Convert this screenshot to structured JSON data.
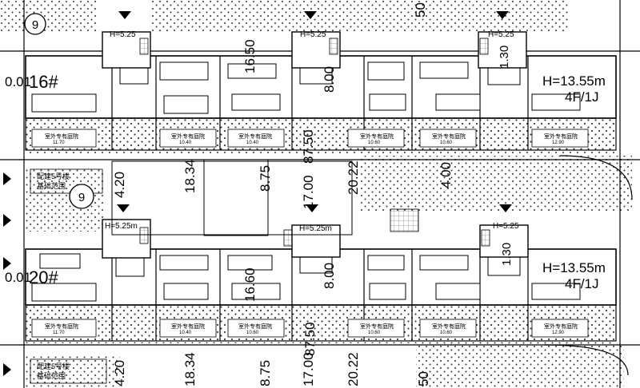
{
  "blocks": [
    {
      "id": "16#",
      "elev_left": "0.01",
      "height_note": "H=13.55m",
      "floors_note": "4F/1J",
      "entry_heights": [
        "H=5.25",
        "H=5.25",
        "H=5.25"
      ],
      "span_dims": [
        "16.50",
        "8.00",
        "1.30"
      ],
      "courtyard_label": "室外专有庭院",
      "courtyard_elevs": [
        "11.70",
        "10.40",
        "10.40",
        "10.60",
        "10.60",
        "12.90"
      ]
    },
    {
      "id": "20#",
      "elev_left": "0.01",
      "height_note": "H=13.55m",
      "floors_note": "4F/1J",
      "entry_heights": [
        "H=5.25m",
        "H=5.25m",
        "H=5.25"
      ],
      "span_dims": [
        "16.60",
        "8.00",
        "1.30"
      ],
      "courtyard_label": "室外专有庭院",
      "courtyard_elevs": [
        "11.70",
        "10.40",
        "10.60",
        "10.60",
        "10.60",
        "12.90"
      ]
    }
  ],
  "axis_markers": [
    "9",
    "9"
  ],
  "street_dims": {
    "upper": [
      "4.20",
      "18.34",
      "8.75",
      "87.50",
      "17.00",
      "20.22",
      "4.00"
    ],
    "lower": [
      "4.20",
      "18.34",
      "8.75",
      "87.50",
      "17.00",
      "20.22",
      "50"
    ]
  },
  "top_right_dim": "50",
  "left_notes": [
    {
      "line1": "配建5号楼",
      "line2": "基础范围"
    },
    {
      "line1": "配建5号楼",
      "line2": "基础范围"
    }
  ],
  "colors": {
    "line": "#000000",
    "hatch": "#333333",
    "paper": "#ffffff"
  }
}
